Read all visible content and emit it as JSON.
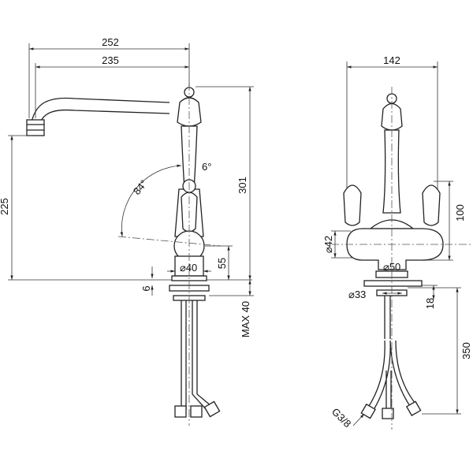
{
  "side_view": {
    "dim_total_reach": "252",
    "dim_spout_reach": "235",
    "dim_spout_height": "225",
    "dim_total_height": "301",
    "dim_swivel_angle": "6°",
    "dim_lever_angle": "84°",
    "dim_lever_height": "55",
    "dim_base_diameter": "⌀40",
    "dim_base_thickness": "6",
    "dim_max_deck": "MAX 40"
  },
  "front_view": {
    "dim_width": "142",
    "dim_handle_height": "100",
    "dim_body_diameter": "⌀42",
    "dim_base_diameter": "⌀50",
    "dim_hole_diameter": "⌀33",
    "dim_plate": "18",
    "dim_hose_length": "350",
    "dim_thread": "G3/8"
  }
}
